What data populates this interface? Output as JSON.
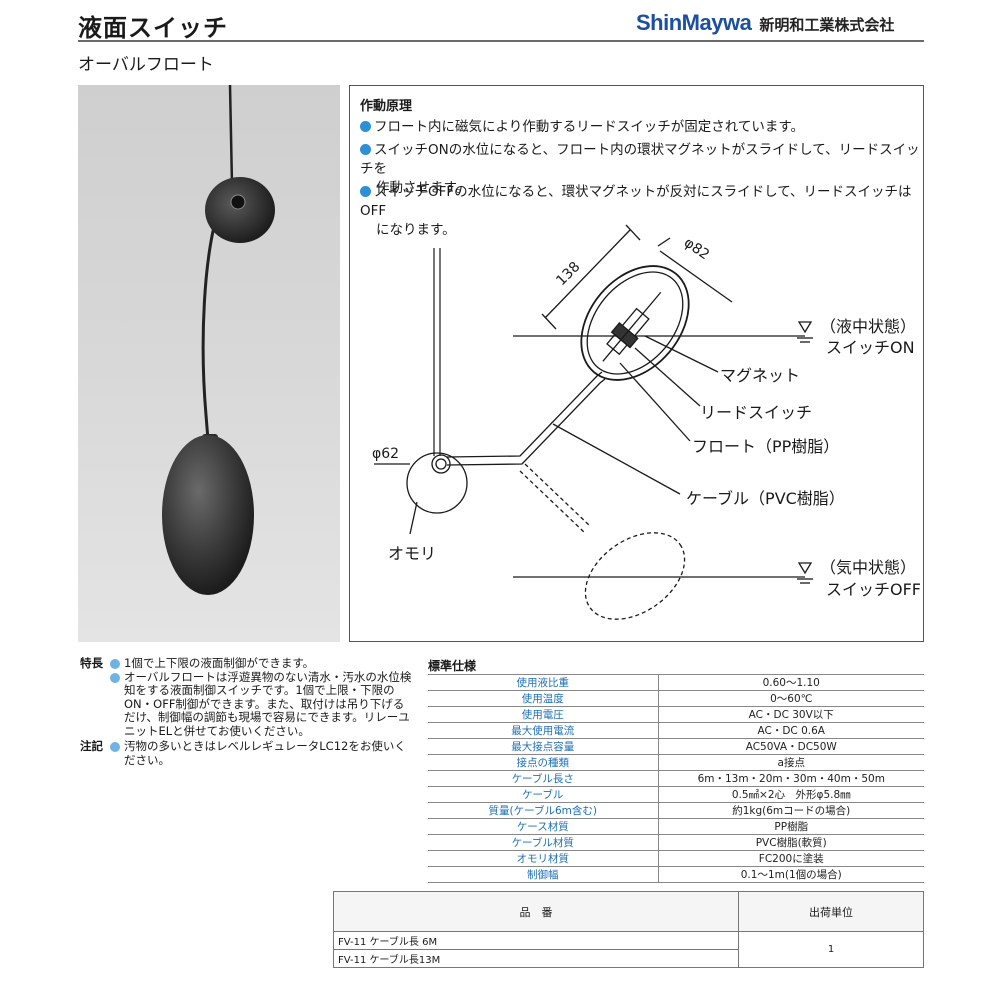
{
  "header": {
    "title": "液面スイッチ",
    "brand_logo": "ShinMaywa",
    "brand_name": "新明和工業株式会社",
    "subtitle": "オーバルフロート"
  },
  "principle": {
    "title": "作動原理",
    "bullets": [
      {
        "line1": "フロート内に磁気により作動するリードスイッチが固定されています。"
      },
      {
        "line1": "スイッチONの水位になると、フロート内の環状マグネットがスライドして、リードスイッチを",
        "line2": "作動させます。"
      },
      {
        "line1": "スイッチOFFの水位になると、環状マグネットが反対にスライドして、リードスイッチはOFF",
        "line2": "になります。"
      }
    ]
  },
  "diagram": {
    "dim_length": "138",
    "dim_diameter": "φ82",
    "dim_weight": "φ62",
    "state_on": "（液中状態）",
    "switch_on": "スイッチON",
    "state_off": "（気中状態）",
    "switch_off": "スイッチOFF",
    "magnet": "マグネット",
    "reed_switch": "リードスイッチ",
    "float": "フロート（PP樹脂）",
    "cable": "ケーブル（PVC樹脂）",
    "weight": "オモリ"
  },
  "features": {
    "head": "特長",
    "items": [
      "1個で上下限の液面制御ができます。",
      "オーバルフロートは浮遊異物のない清水・汚水の水位検知をする液面制御スイッチです。1個で上限・下限のON・OFF制御ができます。また、取付けは吊り下げるだけ、制御幅の調節も現場で容易にできます。リレーユニットELと併せてお使いください。"
    ],
    "note_head": "注記",
    "note": "汚物の多いときはレベルレギュレータLC12をお使いください。"
  },
  "spec": {
    "title": "標準仕様",
    "rows": [
      {
        "k": "使用液比重",
        "v": "0.60～1.10"
      },
      {
        "k": "使用温度",
        "v": "0～60℃"
      },
      {
        "k": "使用電圧",
        "v": "AC・DC 30V以下"
      },
      {
        "k": "最大使用電流",
        "v": "AC・DC 0.6A"
      },
      {
        "k": "最大接点容量",
        "v": "AC50VA・DC50W"
      },
      {
        "k": "接点の種類",
        "v": "a接点"
      },
      {
        "k": "ケーブル長さ",
        "v": "6m・13m・20m・30m・40m・50m"
      },
      {
        "k": "ケーブル",
        "v": "0.5㎟×2心　外形φ5.8㎜"
      },
      {
        "k": "質量(ケーブル6m含む)",
        "v": "約1kg(6mコードの場合)"
      },
      {
        "k": "ケース材質",
        "v": "PP樹脂"
      },
      {
        "k": "ケーブル材質",
        "v": "PVC樹脂(軟質)"
      },
      {
        "k": "オモリ材質",
        "v": "FC200に塗装"
      },
      {
        "k": "制御幅",
        "v": "0.1～1m(1個の場合)"
      }
    ]
  },
  "order": {
    "col1": "品　番",
    "col2": "出荷単位",
    "rows": [
      "FV-11 ケーブル長 6M",
      "FV-11 ケーブル長13M"
    ],
    "unit": "1"
  },
  "colors": {
    "bullet": "#2d8fd5",
    "brand": "#1c4fa0",
    "spec_key": "#1e6fb8"
  }
}
